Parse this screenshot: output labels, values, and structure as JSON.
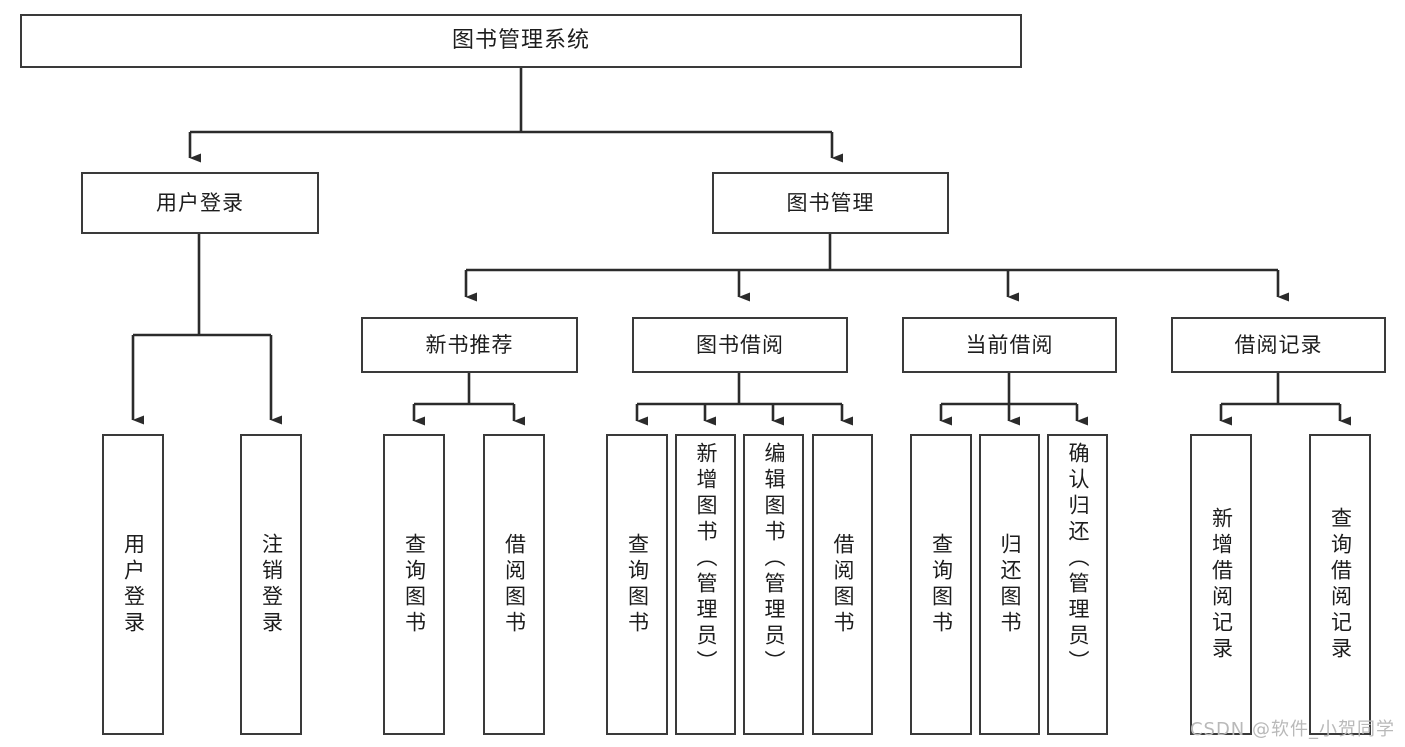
{
  "diagram": {
    "title": "图书管理系统",
    "type": "hierarchy-tree",
    "orientation": "top-down",
    "colors": {
      "box_border": "#3a3a3a",
      "box_fill": "#ffffff",
      "connector": "#2b2b2b",
      "text": "#1d1d1d",
      "watermark": "#b9b9b9",
      "background": "#ffffff"
    },
    "levels": 4
  },
  "root": {
    "label": "图书管理系统"
  },
  "level1": [
    {
      "label": "用户登录"
    },
    {
      "label": "图书管理"
    }
  ],
  "level2": [
    {
      "label": "新书推荐"
    },
    {
      "label": "图书借阅"
    },
    {
      "label": "当前借阅"
    },
    {
      "label": "借阅记录"
    }
  ],
  "leaves": {
    "user_login": [
      {
        "label": "用户登录"
      },
      {
        "label": "注销登录"
      }
    ],
    "new_book_recommend": [
      {
        "label": "查询图书"
      },
      {
        "label": "借阅图书"
      }
    ],
    "book_borrow": [
      {
        "label": "查询图书"
      },
      {
        "label": "新增图书（管理员）"
      },
      {
        "label": "编辑图书（管理员）"
      },
      {
        "label": "借阅图书"
      }
    ],
    "current_borrow": [
      {
        "label": "查询图书"
      },
      {
        "label": "归还图书"
      },
      {
        "label": "确认归还（管理员）"
      }
    ],
    "borrow_record": [
      {
        "label": "新增借阅记录"
      },
      {
        "label": "查询借阅记录"
      }
    ]
  },
  "watermark": {
    "text": "CSDN @软件_小贺同学"
  }
}
